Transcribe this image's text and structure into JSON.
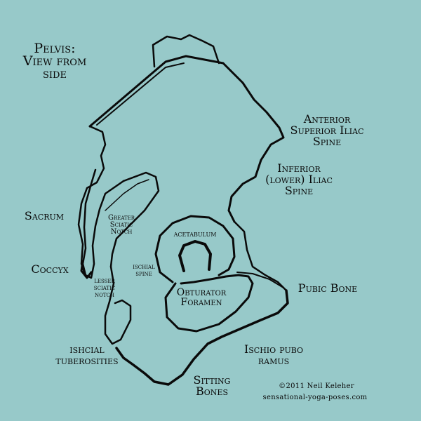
{
  "colors": {
    "background": "#97c9c9",
    "ink": "#0a0a0a"
  },
  "title": "Pelvis:\nView from\nside",
  "labels": {
    "asis": "Anterior\nSuperior Iliac\nSpine",
    "aiis": "Inferior\n(lower) Iliac\nSpine",
    "sacrum": "Sacrum",
    "coccyx": "Coccyx",
    "greater_sciatic_notch": "Greater\nSciatic\nNotch",
    "acetabulum": "acetabulum",
    "ischial_spine": "ischial\nspine",
    "lesser_sciatic_notch": "lesser\nsciatic\nnotch",
    "obturator_foramen": "Obturator\nForamen",
    "pubic_bone": "Pubic Bone",
    "ischial_tuberosities": "ishcial\ntuberosities",
    "ischio_pubo_ramus": "Ischio pubo\nramus",
    "sitting_bones": "Sitting\nBones"
  },
  "credit": {
    "copyright": "©2011 Neil Keleher",
    "site": "sensational-yoga-poses.com"
  }
}
